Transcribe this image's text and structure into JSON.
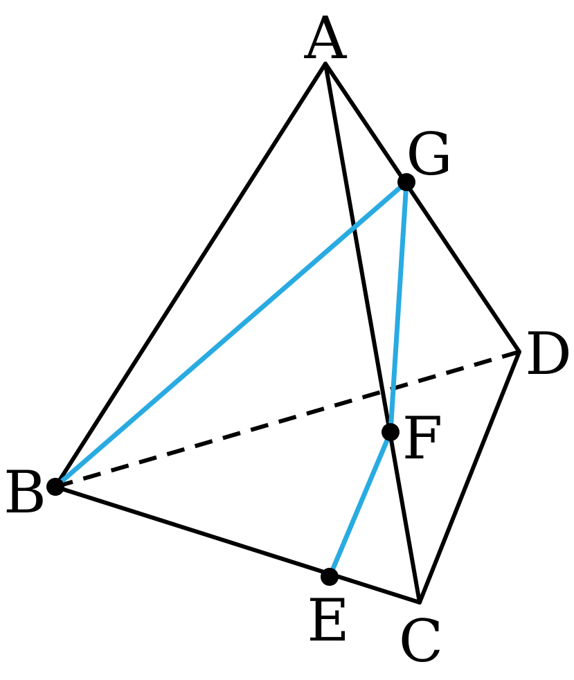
{
  "figure": {
    "vertices": [
      {
        "id": "A",
        "label": "A"
      },
      {
        "id": "B",
        "label": "B"
      },
      {
        "id": "C",
        "label": "C"
      },
      {
        "id": "D",
        "label": "D"
      },
      {
        "id": "E",
        "label": "E"
      },
      {
        "id": "F",
        "label": "F"
      },
      {
        "id": "G",
        "label": "G"
      }
    ],
    "edges": [
      {
        "from": "A",
        "to": "B",
        "style": "solid",
        "color": "#000000"
      },
      {
        "from": "A",
        "to": "C",
        "style": "solid",
        "color": "#000000"
      },
      {
        "from": "A",
        "to": "D",
        "style": "solid",
        "color": "#000000"
      },
      {
        "from": "B",
        "to": "C",
        "style": "solid",
        "color": "#000000"
      },
      {
        "from": "C",
        "to": "D",
        "style": "solid",
        "color": "#000000"
      },
      {
        "from": "B",
        "to": "D",
        "style": "dashed",
        "color": "#000000"
      }
    ],
    "highlight_segments": [
      {
        "from": "B",
        "to": "G",
        "color": "#29abe2"
      },
      {
        "from": "G",
        "to": "F",
        "color": "#29abe2"
      },
      {
        "from": "F",
        "to": "E",
        "color": "#29abe2"
      }
    ],
    "marked_points": [
      "B",
      "E",
      "F",
      "G"
    ]
  }
}
